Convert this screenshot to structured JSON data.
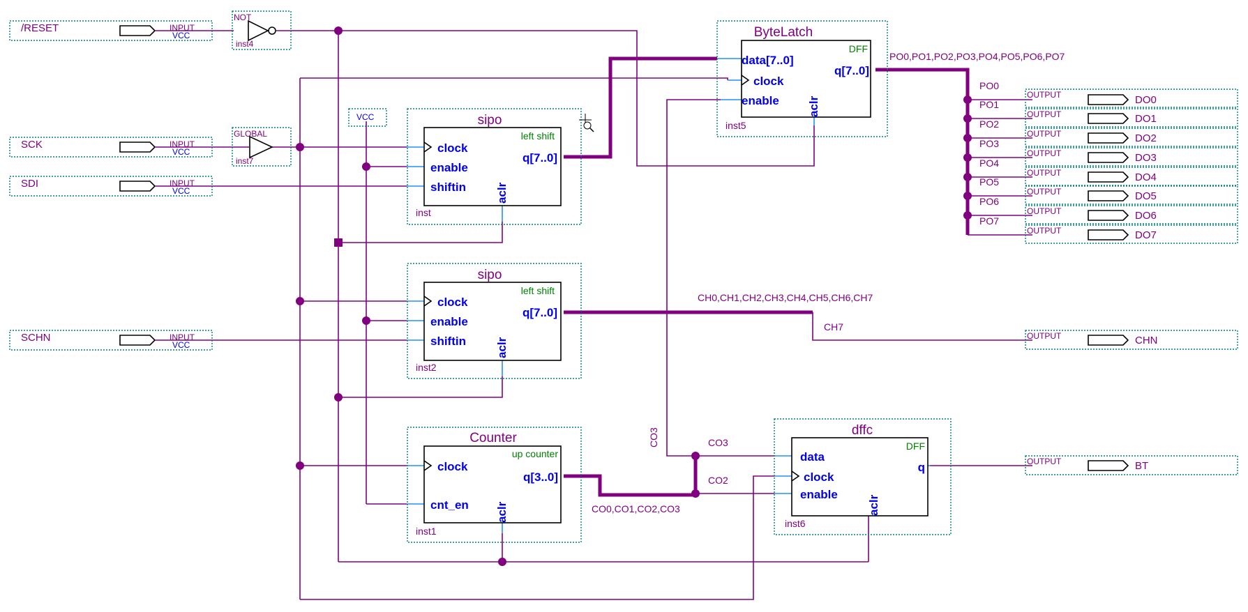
{
  "inputs": [
    {
      "name": "/RESET",
      "type": "INPUT",
      "sub": "VCC"
    },
    {
      "name": "SCK",
      "type": "INPUT",
      "sub": "VCC"
    },
    {
      "name": "SDI",
      "type": "INPUT",
      "sub": "VCC"
    },
    {
      "name": "SCHN",
      "type": "INPUT",
      "sub": "VCC"
    }
  ],
  "outputs": [
    {
      "name": "DO0",
      "type": "OUTPUT"
    },
    {
      "name": "DO1",
      "type": "OUTPUT"
    },
    {
      "name": "DO2",
      "type": "OUTPUT"
    },
    {
      "name": "DO3",
      "type": "OUTPUT"
    },
    {
      "name": "DO4",
      "type": "OUTPUT"
    },
    {
      "name": "DO5",
      "type": "OUTPUT"
    },
    {
      "name": "DO6",
      "type": "OUTPUT"
    },
    {
      "name": "DO7",
      "type": "OUTPUT"
    },
    {
      "name": "CHN",
      "type": "OUTPUT"
    },
    {
      "name": "BT",
      "type": "OUTPUT"
    }
  ],
  "gates": {
    "not": {
      "label": "NOT",
      "inst": "inst4"
    },
    "global": {
      "label": "GLOBAL",
      "inst": "inst7"
    },
    "vcc": {
      "label": "VCC"
    }
  },
  "blocks": {
    "sipo1": {
      "title": "sipo",
      "note": "left shift",
      "inst": "inst",
      "pins": [
        "clock",
        "enable",
        "shiftin"
      ],
      "out": "q[7..0]",
      "aclr": "aclr"
    },
    "sipo2": {
      "title": "sipo",
      "note": "left shift",
      "inst": "inst2",
      "pins": [
        "clock",
        "enable",
        "shiftin"
      ],
      "out": "q[7..0]",
      "aclr": "aclr"
    },
    "counter": {
      "title": "Counter",
      "note": "up counter",
      "inst": "inst1",
      "pins": [
        "clock",
        "cnt_en"
      ],
      "out": "q[3..0]",
      "aclr": "aclr"
    },
    "bytelatch": {
      "title": "ByteLatch",
      "note": "DFF",
      "inst": "inst5",
      "pins": [
        "data[7..0]",
        "clock",
        "enable"
      ],
      "out": "q[7..0]",
      "aclr": "aclr"
    },
    "dffc": {
      "title": "dffc",
      "note": "DFF",
      "inst": "inst6",
      "pins": [
        "data",
        "clock",
        "enable"
      ],
      "out": "q",
      "aclr": "aclr"
    }
  },
  "nets": {
    "po_bus": "PO0,PO1,PO2,PO3,PO4,PO5,PO6,PO7",
    "po": [
      "PO0",
      "PO1",
      "PO2",
      "PO3",
      "PO4",
      "PO5",
      "PO6",
      "PO7"
    ],
    "ch_bus": "CH0,CH1,CH2,CH3,CH4,CH5,CH6,CH7",
    "ch7": "CH7",
    "co_bus": "CO0,CO1,CO2,CO3",
    "co3": "CO3",
    "co3_vertical": "CO3",
    "co2": "CO2"
  }
}
